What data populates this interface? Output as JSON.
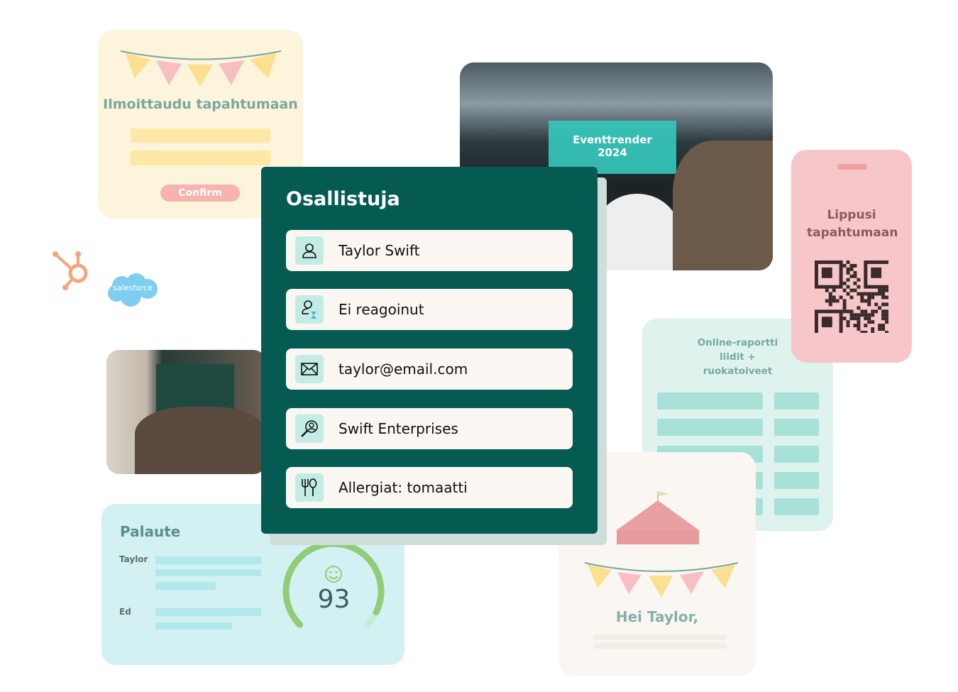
{
  "signup": {
    "title": "Ilmoittaudu tapahtumaan",
    "confirm": "Confirm"
  },
  "attendee": {
    "title": "Osallistuja",
    "rows": [
      {
        "icon": "person-icon",
        "label": "Taylor Swift"
      },
      {
        "icon": "person-pending-icon",
        "label": "Ei reagoinut"
      },
      {
        "icon": "envelope-icon",
        "label": "taylor@email.com"
      },
      {
        "icon": "company-search-icon",
        "label": "Swift Enterprises"
      },
      {
        "icon": "fork-spoon-icon",
        "label": "Allergiat: tomaatti"
      }
    ]
  },
  "integrations": {
    "salesforce": "salesforce",
    "hubspot": "hubspot-icon"
  },
  "ticket": {
    "title": "Lippusi tapahtumaan"
  },
  "report": {
    "title": "Online-raportti liidit + ruokatoiveet"
  },
  "email": {
    "greeting": "Hei Taylor,"
  },
  "feedback": {
    "title": "Palaute",
    "names": [
      "Taylor",
      "Ed"
    ],
    "score": "93",
    "score_fraction": 0.93
  },
  "photos": {
    "stage_text": "Eventtrender 2024"
  },
  "colors": {
    "primary": "#055a52",
    "accent": "#c2ece4",
    "gauge": "#8fcd78"
  }
}
